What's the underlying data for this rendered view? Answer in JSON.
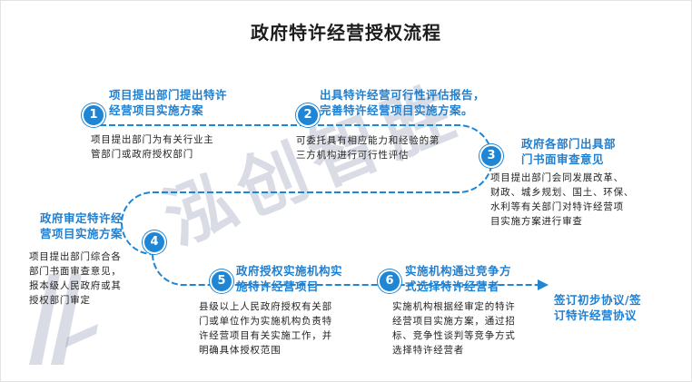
{
  "title": "政府特许经营授权流程",
  "watermark": "泓创智胜",
  "steps": [
    {
      "num": "1",
      "heading_l1": "项目提出部门提出特许",
      "heading_l2": "经营项目实施方案",
      "desc_l1": "项目提出部门为有关行业主",
      "desc_l2": "管部门或政府授权部门"
    },
    {
      "num": "2",
      "heading_l1": "出具特许经营可行性评估报告，",
      "heading_l2": "完善特许经营项目实施方案。",
      "desc_l1": "可委托具有相应能力和经验的第",
      "desc_l2": "三方机构进行可行性评估"
    },
    {
      "num": "3",
      "heading_l1": "政府各部门出具部",
      "heading_l2": "门书面审查意见",
      "desc_l1": "项目提出部门会同发展改革、",
      "desc_l2": "财政、城乡规划、国土、环保、",
      "desc_l3": "水利等有关部门对特许经营项",
      "desc_l4": "目实施方案进行审查"
    },
    {
      "num": "4",
      "heading_l1": "政府审定特许经",
      "heading_l2": "营项目实施方案",
      "desc_l1": "项目提出部门综合各",
      "desc_l2": "部门书面审查意见，",
      "desc_l3": "报本级人民政府或其",
      "desc_l4": "授权部门审定"
    },
    {
      "num": "5",
      "heading_l1": "政府授权实施机构实",
      "heading_l2": "施特许经营项目",
      "desc_l1": "县级以上人民政府授权有关部",
      "desc_l2": "门或单位作为实施机构负责特",
      "desc_l3": "许经营项目有关实施工作，并",
      "desc_l4": "明确具体授权范围"
    },
    {
      "num": "6",
      "heading_l1": "实施机构通过竞争方",
      "heading_l2": "式选择特许经营者",
      "desc_l1": "实施机构根据经审定的特许",
      "desc_l2": "经营项目实施方案，通过招",
      "desc_l3": "标、竞争性谈判等竞争方式",
      "desc_l4": "选择特许经营者"
    }
  ],
  "final": {
    "l1": "签订初步协议/签",
    "l2": "订特许经营协议"
  }
}
